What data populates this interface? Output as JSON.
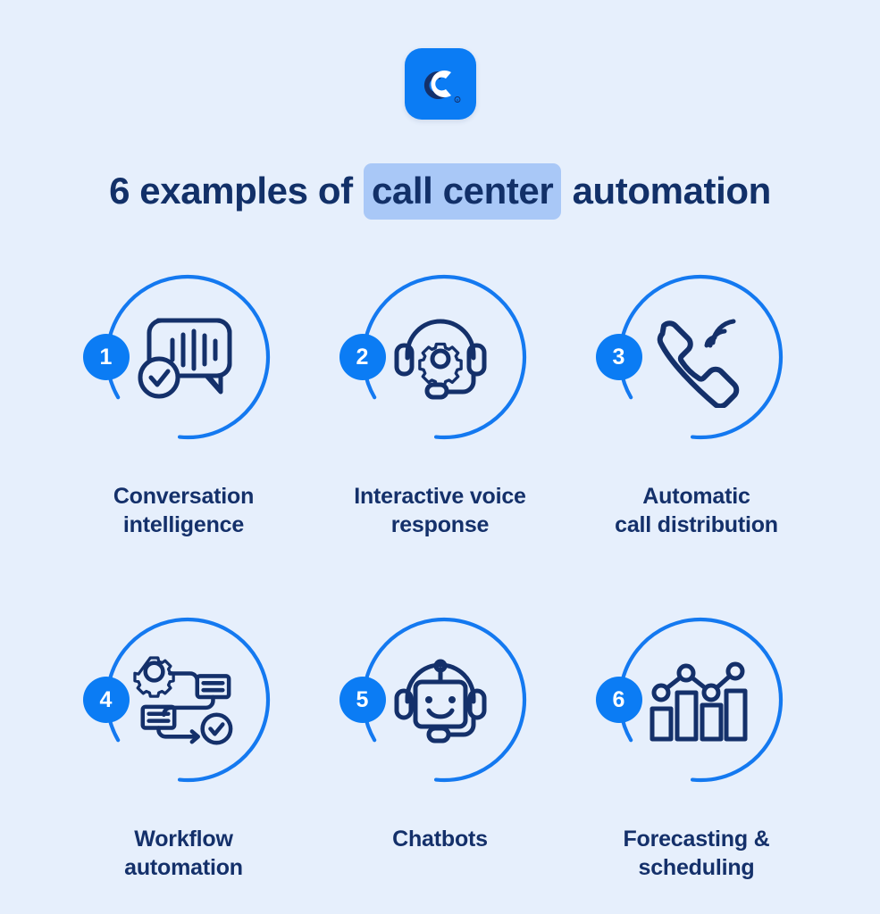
{
  "brand": {
    "logo_icon": "clearbit-c-logo-icon",
    "logo_bg": "#0b7cf4",
    "registered_mark": "®"
  },
  "header": {
    "title_part1": "6 examples of ",
    "title_highlight": "call center",
    "title_part2": " automation",
    "title_color": "#123068",
    "highlight_bg": "#a9c8f7"
  },
  "theme": {
    "background": "#e6effc",
    "ring_color": "#1479f0",
    "icon_color": "#14306a",
    "badge_bg": "#0b7cf4",
    "badge_text": "#ffffff",
    "label_color": "#14306a"
  },
  "items": [
    {
      "number": "1",
      "label_line1": "Conversation",
      "label_line2": "intelligence",
      "icon": "speech-bubble-waveform-check-icon"
    },
    {
      "number": "2",
      "label_line1": "Interactive voice",
      "label_line2": "response",
      "icon": "headset-gear-icon"
    },
    {
      "number": "3",
      "label_line1": "Automatic",
      "label_line2": "call distribution",
      "icon": "phone-ringing-icon"
    },
    {
      "number": "4",
      "label_line1": "Workflow",
      "label_line2": "automation",
      "icon": "gear-workflow-check-icon"
    },
    {
      "number": "5",
      "label_line1": "Chatbots",
      "label_line2": "",
      "icon": "robot-headset-icon"
    },
    {
      "number": "6",
      "label_line1": "Forecasting &",
      "label_line2": "scheduling",
      "icon": "bar-line-chart-icon"
    }
  ]
}
